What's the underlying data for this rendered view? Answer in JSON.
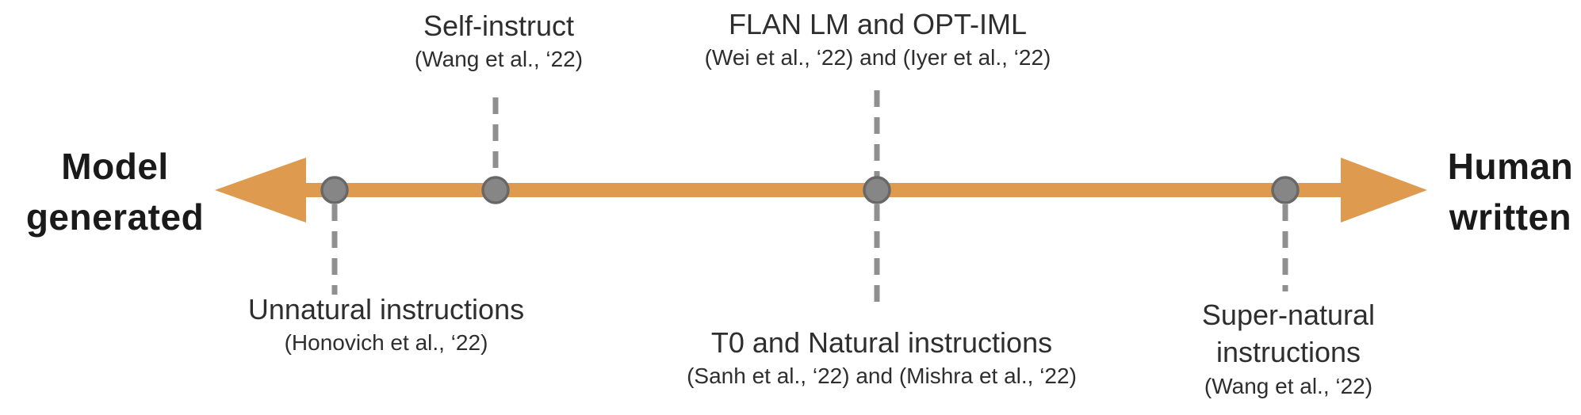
{
  "colors": {
    "background": "#ffffff",
    "arrow": "#de9b50",
    "dot-fill": "#868686",
    "dot-stroke": "#686868",
    "dash": "#8f8f8f",
    "text": "#2e2e2e",
    "endpoint": "#1a1a1a"
  },
  "axis": {
    "orientation": "horizontal",
    "endpoints": {
      "left": {
        "line1": "Model",
        "line2": "generated"
      },
      "right": {
        "line1": "Human",
        "line2": "written"
      }
    }
  },
  "items": [
    {
      "title": "Unnatural instructions",
      "citation": "(Honovich et al., ‘22)",
      "position": "below-axis"
    },
    {
      "title": "Self-instruct",
      "citation": "(Wang et al., ‘22)",
      "position": "above-axis"
    },
    {
      "title": "FLAN LM and OPT-IML",
      "citation": "(Wei et al., ‘22) and (Iyer et al., ‘22)",
      "position": "above-axis"
    },
    {
      "title": "T0 and Natural instructions",
      "citation": "(Sanh et al., ‘22) and (Mishra et al., ‘22)",
      "position": "below-axis"
    },
    {
      "title": "Super-natural instructions",
      "citation": "(Wang et al., ‘22)",
      "position": "below-axis"
    }
  ]
}
